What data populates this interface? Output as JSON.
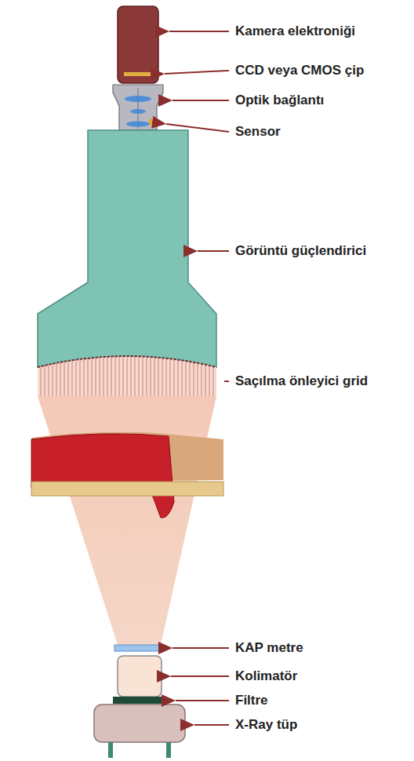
{
  "diagram": {
    "labels": [
      "Kamera elektroniği",
      "CCD veya CMOS çip",
      "Optik bağlantı",
      "Sensor",
      "Görüntü güçlendirici",
      "Saçılma önleyici grid",
      "KAP metre",
      "Kolimatör",
      "Filtre",
      "X-Ray tüp"
    ]
  }
}
